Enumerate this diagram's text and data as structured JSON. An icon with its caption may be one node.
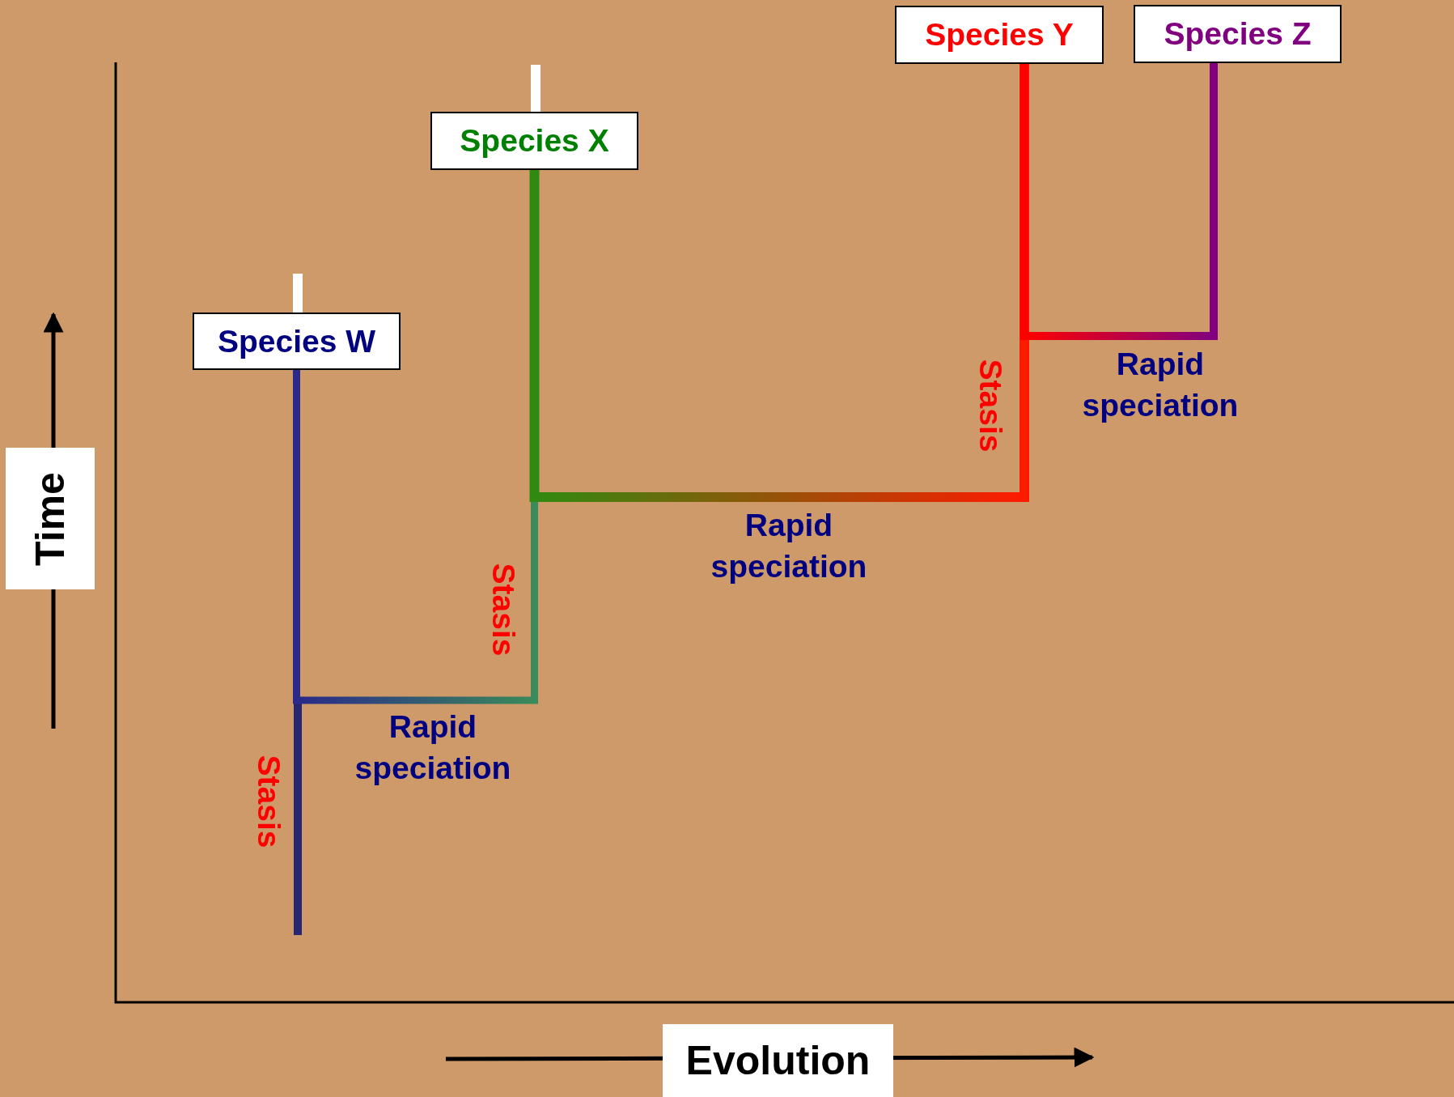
{
  "diagram": {
    "nodes": [
      {
        "text": [
          "Species W"
        ]
      },
      {
        "text": [
          "Species X"
        ]
      },
      {
        "text": [
          "Species Y"
        ]
      },
      {
        "text": [
          "Species Z"
        ]
      },
      {
        "text": [
          "Time"
        ]
      },
      {
        "text": [
          "Evolution"
        ]
      }
    ],
    "edges": [
      {
        "from": 0,
        "to": 1,
        "arrow": "none"
      },
      {
        "from": 1,
        "to": 2,
        "arrow": "none"
      },
      {
        "from": 2,
        "to": 3,
        "arrow": "none"
      }
    ],
    "labels": [
      "Stasis",
      "Rapid speciation",
      "Stasis",
      "Rapid speciation",
      "Stasis",
      "Rapid speciation"
    ]
  }
}
